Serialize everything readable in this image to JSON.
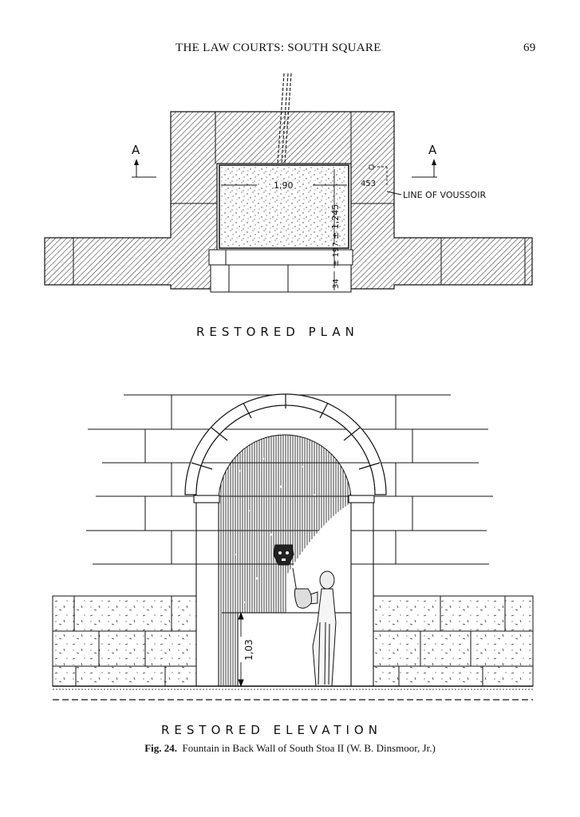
{
  "header": {
    "running_title": "THE LAW COURTS: SOUTH SQUARE",
    "page_number": "69"
  },
  "plan": {
    "title": "RESTORED PLAN",
    "section_left": "A",
    "section_right": "A",
    "dim_width": "1,90",
    "dim_depth": "± 1,245",
    "dim_sill": "± 197",
    "dim_step": "34",
    "dim_offset": "453",
    "label_voussoir": "LINE OF VOUSSOIR"
  },
  "elevation": {
    "title": "RESTORED ELEVATION",
    "dim_height": "1,03"
  },
  "caption": {
    "fig_no": "Fig. 24.",
    "text": "Fountain in Back Wall of South Stoa II (W. B. Dinsmoor, Jr.)"
  }
}
